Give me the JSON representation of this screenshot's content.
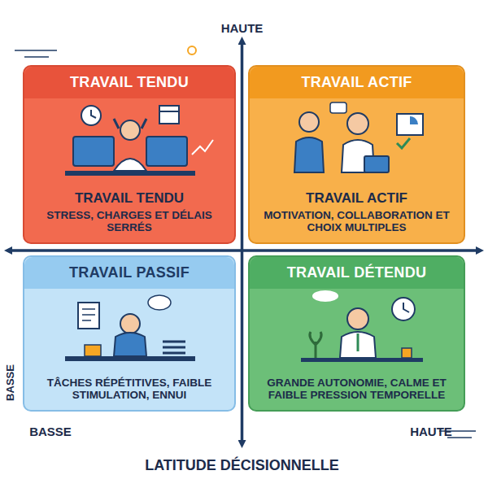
{
  "diagram": {
    "nodes": [
      {
        "text": [
          "TRAVAIL TENDU",
          "TRAVAIL TENDU",
          "STRESS, CHARGES ET DÉLAIS SERRÉS"
        ]
      },
      {
        "text": [
          "TRAVAIL ACTIF",
          "TRAVAIL ACTIF",
          "MOTIVATION, COLLABORATION ET CHOIX MULTIPLES"
        ]
      },
      {
        "text": [
          "TRAVAIL PASSIF",
          "TÂCHES RÉPÉTITIVES, FAIBLE STIMULATION, ENNUI"
        ]
      },
      {
        "text": [
          "TRAVAIL DÉTENDU",
          "GRANDE AUTONOMIE, CALME ET FAIBLE PRESSION TEMPORELLE"
        ]
      }
    ],
    "labels": [
      "HAUTE",
      "BASSE",
      "BASSE",
      "HAUTE",
      "LATITUDE DÉCISIONNELLE"
    ]
  }
}
